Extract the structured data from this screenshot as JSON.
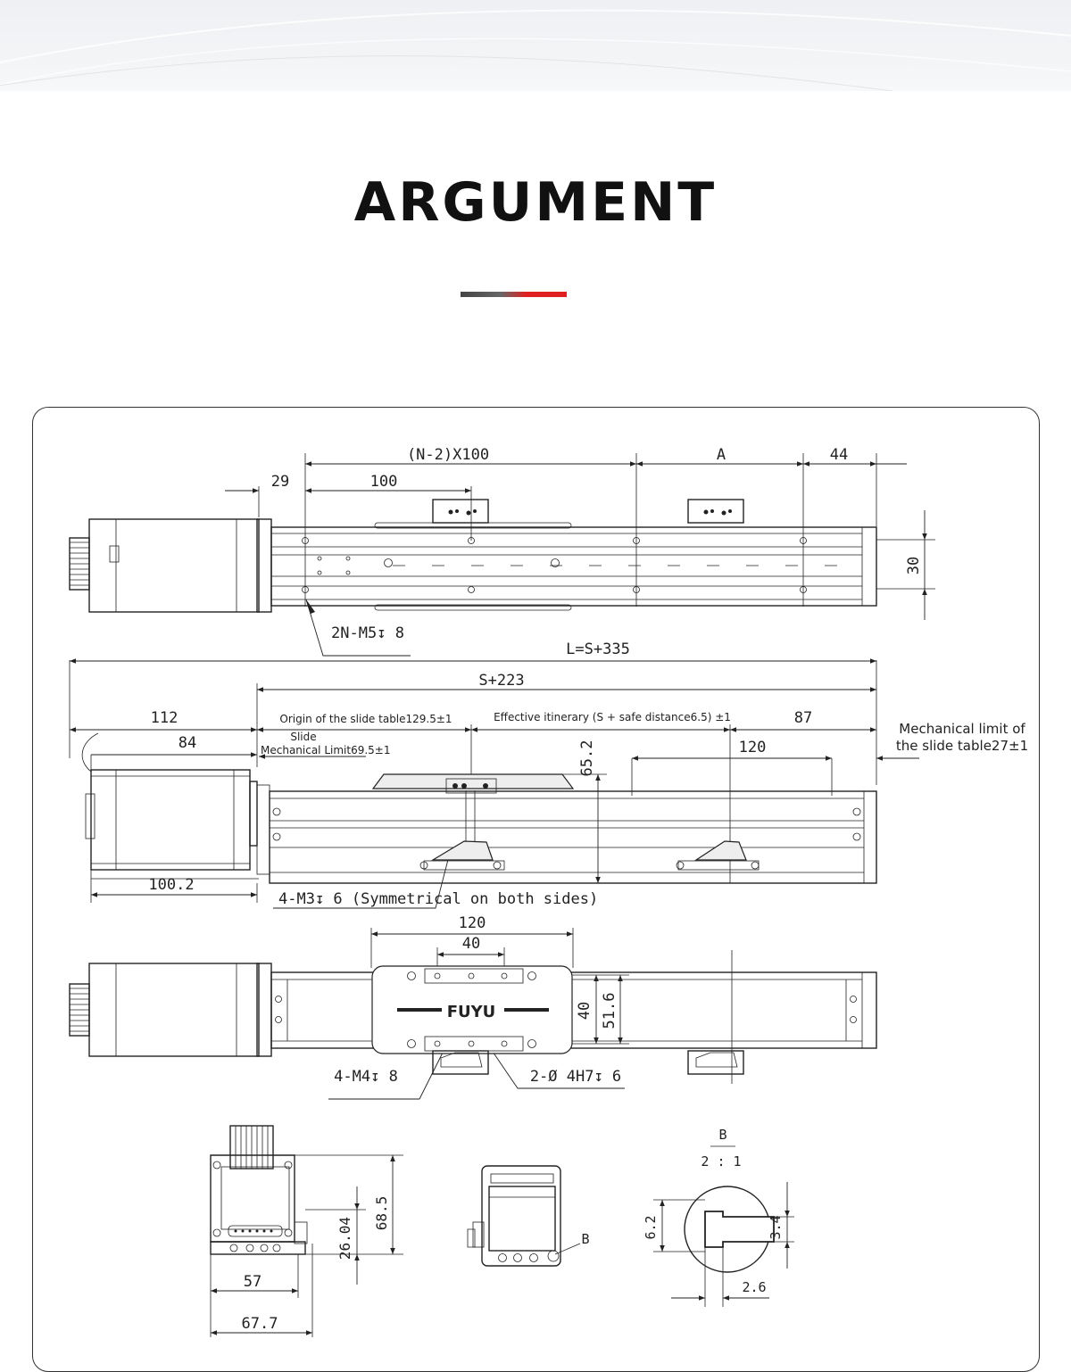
{
  "page": {
    "title": "ARGUMENT",
    "accent_colors": {
      "dark": "#444444",
      "red": "#e02020"
    }
  },
  "drawing": {
    "top_view": {
      "pitch": "(N-2)X100",
      "dim_a": "A",
      "dim_44": "44",
      "dim_29": "29",
      "dim_100": "100",
      "dim_30": "30",
      "thread": "2N-M5↧ 8"
    },
    "side_view": {
      "length": "L=S+335",
      "s223": "S+223",
      "dim_112": "112",
      "dim_84": "84",
      "origin": "Origin of the slide table129.5±1",
      "slide": "Slide",
      "mech_limit": "Mechanical Limit69.5±1",
      "effective": "Effective itinerary (S + safe distance6.5) ±1",
      "dim_87": "87",
      "dim_120": "120",
      "dim_652": "65.2",
      "mech_limit_right_1": "Mechanical limit of",
      "mech_limit_right_2": "the slide table27±1",
      "dim_1002": "100.2",
      "thread": "4-M3↧ 6 (Symmetrical on both sides)"
    },
    "bottom_view": {
      "dim_120": "120",
      "dim_40": "40",
      "brand": "FUYU",
      "dim_40v": "40",
      "dim_516": "51.6",
      "thread_left": "4-M4↧ 8",
      "thread_right": "2-Ø 4H7↧ 6"
    },
    "end_views": {
      "dim_57": "57",
      "dim_677": "67.7",
      "dim_2604": "26.04",
      "dim_685": "68.5",
      "mark_b": "B",
      "detail_b": "B",
      "scale": "2 : 1",
      "dim_62": "6.2",
      "dim_34": "3.4",
      "dim_26": "2.6"
    }
  }
}
